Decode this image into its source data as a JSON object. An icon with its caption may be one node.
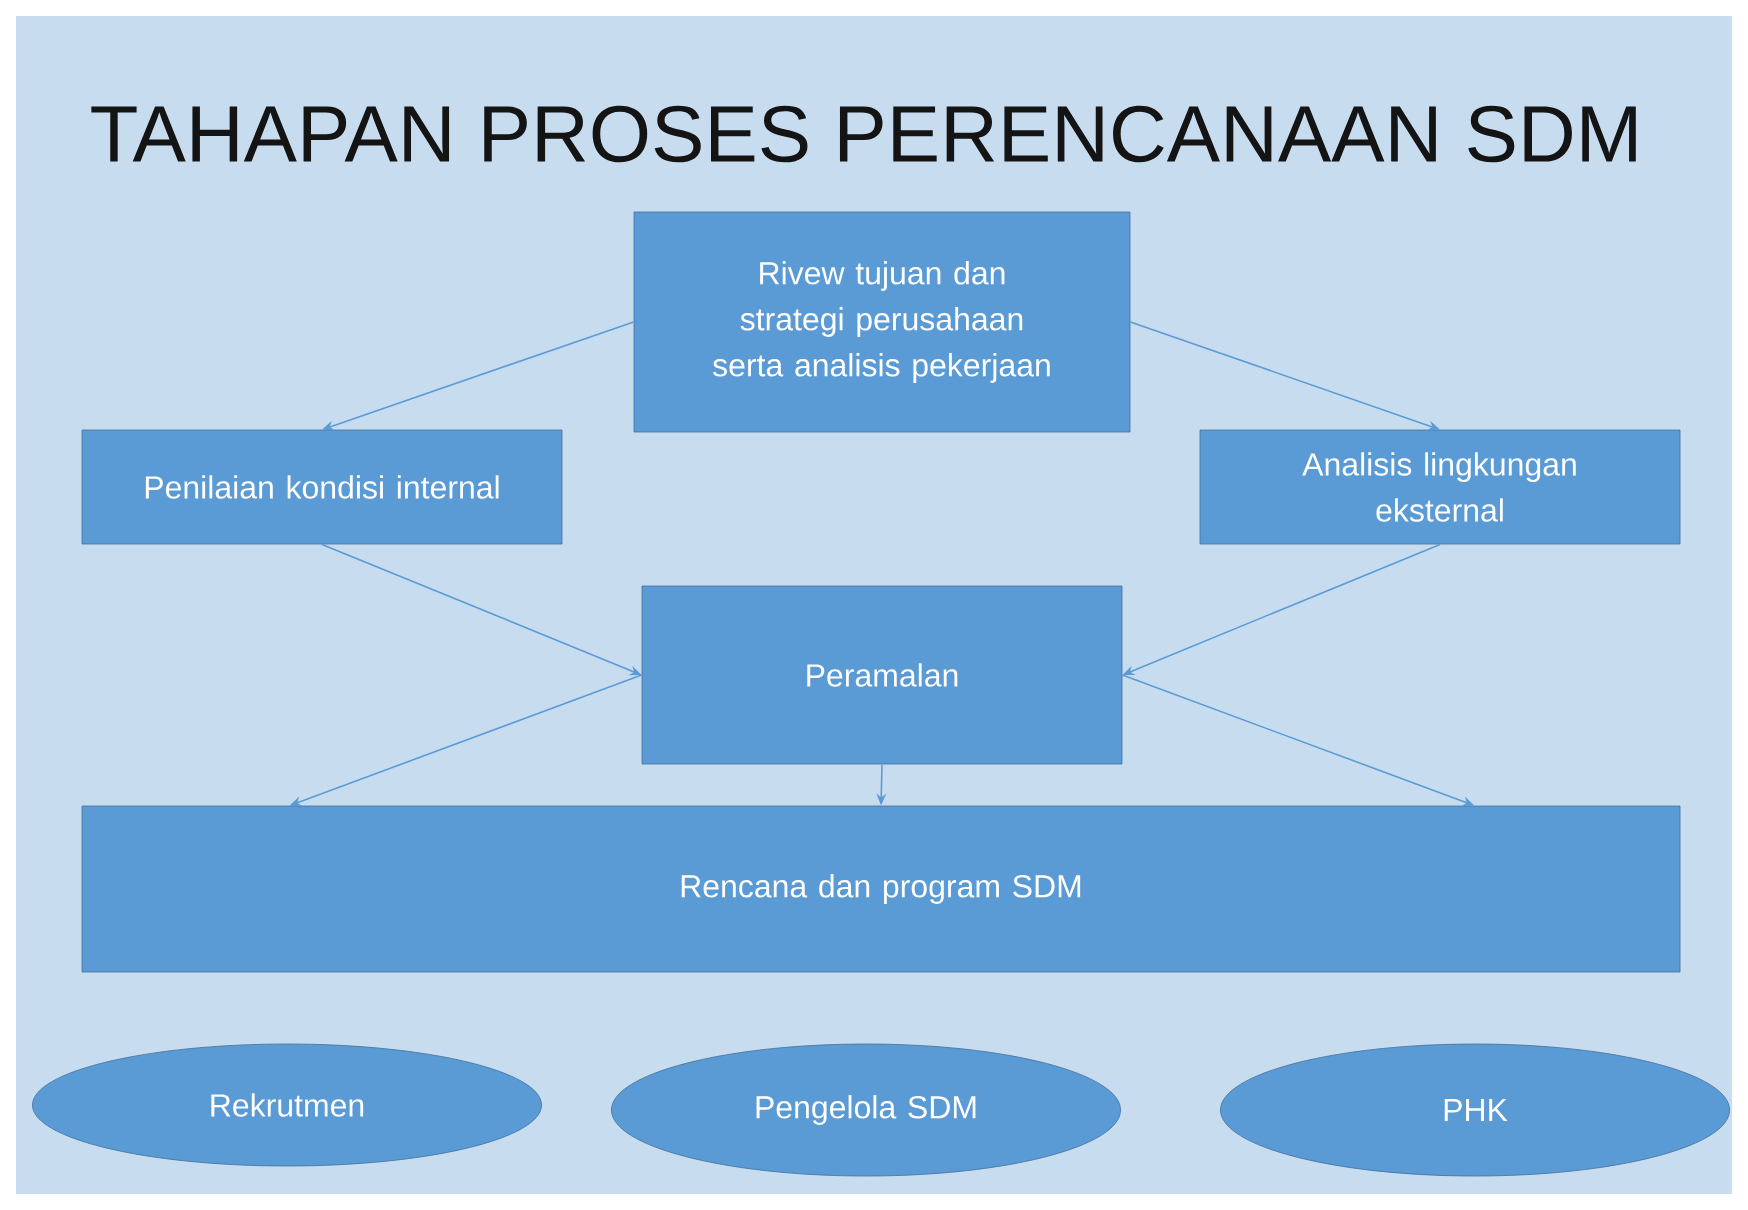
{
  "diagram": {
    "title": "TAHAPAN PROSES PERENCANAAN SDM",
    "nodes": [
      {
        "text": [
          "Rivew tujuan dan strategi perusahaan serta analisis pekerjaan"
        ]
      },
      {
        "text": [
          "Penilaian kondisi internal"
        ]
      },
      {
        "text": [
          "Analisis lingkungan eksternal"
        ]
      },
      {
        "text": [
          "Peramalan"
        ]
      },
      {
        "text": [
          "Rencana dan program SDM"
        ]
      },
      {
        "text": [
          "Rekrutmen"
        ]
      },
      {
        "text": [
          "Pengelola SDM"
        ]
      },
      {
        "text": [
          "PHK"
        ]
      }
    ],
    "edges": [
      {
        "from": 0,
        "to": 1,
        "arrow": "to"
      },
      {
        "from": 0,
        "to": 2,
        "arrow": "to"
      },
      {
        "from": 1,
        "to": 3,
        "arrow": "to"
      },
      {
        "from": 2,
        "to": 3,
        "arrow": "to"
      },
      {
        "from": 3,
        "to": 4,
        "arrow": "to"
      },
      {
        "from": 3,
        "to": 4,
        "arrow": "to"
      },
      {
        "from": 3,
        "to": 4,
        "arrow": "to"
      }
    ]
  }
}
